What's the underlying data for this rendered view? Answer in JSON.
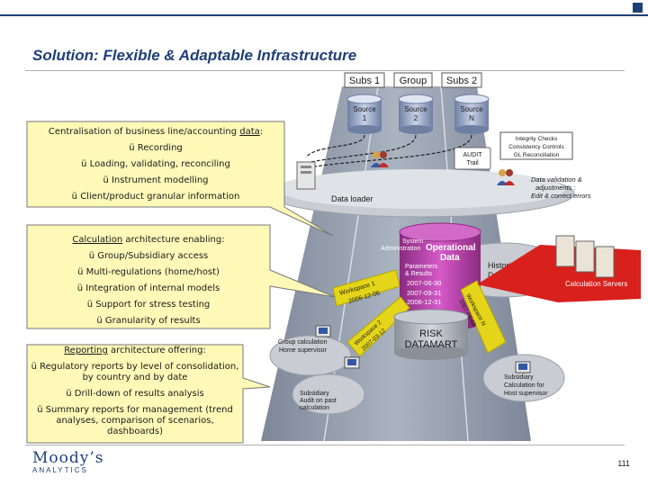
{
  "slide": {
    "title": "Solution:  Flexible & Adaptable Infrastructure",
    "page_number": "111"
  },
  "header_tabs": [
    "Subs 1",
    "Group",
    "Subs 2"
  ],
  "sources": [
    {
      "line1": "Source",
      "line2": "1"
    },
    {
      "line1": "Source",
      "line2": "2"
    },
    {
      "line1": "Source",
      "line2": "N"
    }
  ],
  "diagram_labels": {
    "integrity": [
      "Integrity Checks",
      "Consistency Controls",
      "GL Reconciliation"
    ],
    "audit": [
      "AUDIT",
      "Trail"
    ],
    "data_loader": "Data loader",
    "validation": [
      "Data validation &",
      "adjustments :",
      "Edit & correct errors"
    ],
    "sys_admin": [
      "System",
      "Administration"
    ],
    "operational": [
      "Operational",
      "Data"
    ],
    "params": [
      "Parameters",
      "& Results"
    ],
    "dates": [
      "2007-06-30",
      "2007-09-31",
      "2006-12-31"
    ],
    "historical": [
      "Historical",
      "Data"
    ],
    "calc_servers": "Calculation Servers",
    "risk_datamart": [
      "RISK",
      "DATAMART"
    ],
    "workspace_1": [
      "Workspace 1",
      "2006-12-06"
    ],
    "workspace_2": [
      "Workspace 2",
      "2007-03-12"
    ],
    "workspace_n": [
      "Workspace N",
      "2007-06-08"
    ],
    "group_calc": [
      "Group calculation",
      "Home supervisor"
    ],
    "sub_calc_left": [
      "Subsidiary",
      "Audit on past",
      "calculation"
    ],
    "sub_calc_right": [
      "Subsidiary",
      "Calculation for",
      "Host supervisor"
    ]
  },
  "callouts": {
    "centralisation": {
      "heading_pre": "Centralisation of business line/accounting ",
      "heading_u": "data",
      "heading_post": ":",
      "items": [
        "ü Recording",
        "ü Loading, validating, reconciling",
        "ü Instrument modelling",
        "ü Client/product granular information"
      ]
    },
    "calculation": {
      "heading_u": "Calculation",
      "heading_post": " architecture enabling:",
      "items": [
        "ü Group/Subsidiary access",
        "ü Multi-regulations (home/host)",
        "ü Integration of internal models",
        "ü Support for stress testing",
        "ü Granularity of results"
      ]
    },
    "reporting": {
      "heading_u": "Reporting",
      "heading_post": " architecture offering:",
      "items": [
        "ü Regulatory reports by level of consolidation, by country and by date",
        "ü Drill-down of results analysis",
        "ü Summary reports for management (trend analyses, comparison of scenarios, dashboards)"
      ]
    }
  },
  "logo": {
    "wordmark": "Moody’s",
    "subtitle": "ANALYTICS"
  },
  "colors": {
    "brand_blue": "#1f3f77",
    "callout_fill": "#fff9b8",
    "lane_gray": "#8e97a6",
    "db_purple": "#b23da3",
    "red_banner": "#d8201c",
    "yellow_stripe": "#e4d51a"
  }
}
